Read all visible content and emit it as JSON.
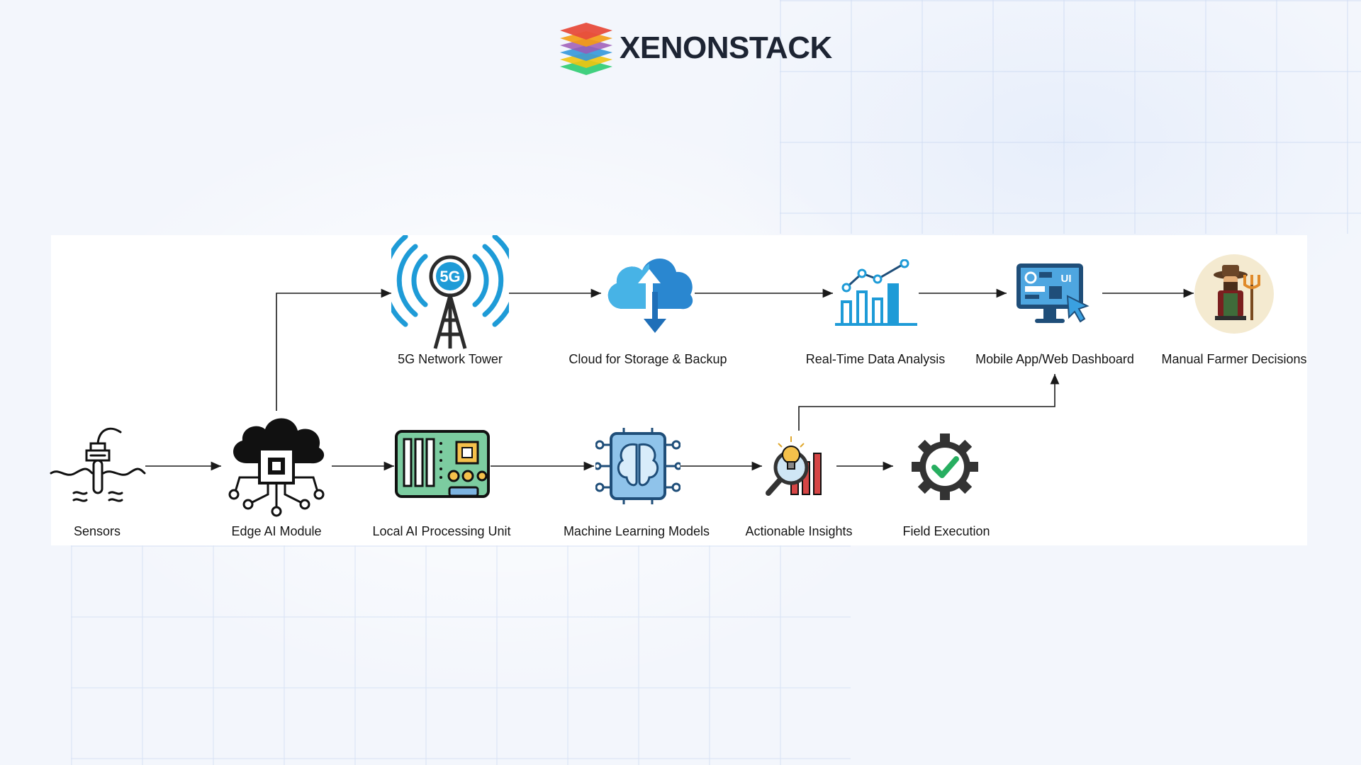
{
  "brand": {
    "name": "XENONSTACK",
    "logo_icon": "stacked-layers-logo-icon",
    "layer_colors": [
      "#e74c3c",
      "#f39c12",
      "#3498db",
      "#2ecc71",
      "#f1c40f"
    ]
  },
  "diagram": {
    "nodes": [
      {
        "id": "sensors",
        "label": "Sensors",
        "icon": "soil-sensor-icon"
      },
      {
        "id": "edge_ai",
        "label": "Edge AI Module",
        "icon": "cloud-chip-icon"
      },
      {
        "id": "local_ai",
        "label": "Local AI Processing Unit",
        "icon": "circuit-board-icon"
      },
      {
        "id": "ml_models",
        "label": "Machine Learning Models",
        "icon": "brain-circuit-icon"
      },
      {
        "id": "insights",
        "label": "Actionable Insights",
        "icon": "lightbulb-magnifier-chart-icon"
      },
      {
        "id": "field",
        "label": "Field Execution",
        "icon": "gear-checkmark-icon"
      },
      {
        "id": "tower",
        "label": "5G Network Tower",
        "icon": "5g-tower-icon"
      },
      {
        "id": "cloud",
        "label": "Cloud for Storage & Backup",
        "icon": "cloud-upload-download-icon"
      },
      {
        "id": "analysis",
        "label": "Real-Time Data Analysis",
        "icon": "bar-line-chart-icon"
      },
      {
        "id": "dashboard",
        "label": "Mobile App/Web Dashboard",
        "icon": "monitor-ui-icon"
      },
      {
        "id": "farmer",
        "label": "Manual Farmer Decisions",
        "icon": "farmer-pitchfork-icon"
      }
    ],
    "edges": [
      {
        "from": "sensors",
        "to": "edge_ai"
      },
      {
        "from": "edge_ai",
        "to": "local_ai"
      },
      {
        "from": "local_ai",
        "to": "ml_models"
      },
      {
        "from": "ml_models",
        "to": "insights"
      },
      {
        "from": "insights",
        "to": "field"
      },
      {
        "from": "edge_ai",
        "to": "tower"
      },
      {
        "from": "tower",
        "to": "cloud"
      },
      {
        "from": "cloud",
        "to": "analysis"
      },
      {
        "from": "analysis",
        "to": "dashboard"
      },
      {
        "from": "dashboard",
        "to": "farmer"
      },
      {
        "from": "insights",
        "to": "dashboard"
      }
    ],
    "colors": {
      "line": "#1a1a1a",
      "accent_blue": "#1e9bd7",
      "cloud_blue": "#2a87d0",
      "check_green": "#27ae60",
      "dark_gear": "#333333"
    }
  }
}
